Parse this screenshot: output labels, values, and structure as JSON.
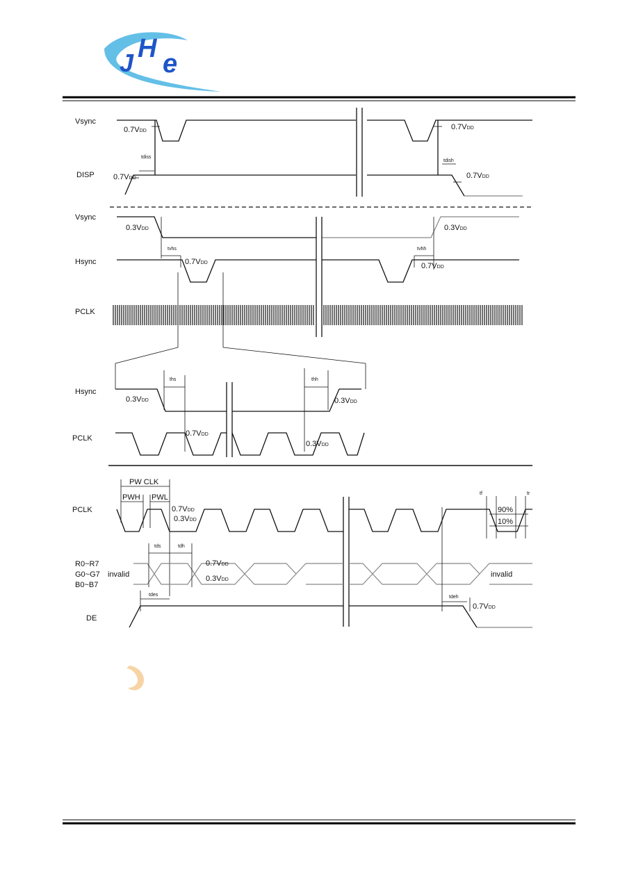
{
  "logo": {
    "text_j": "J",
    "text_h": "H",
    "text_e": "e",
    "colors": {
      "swoosh": "#49b4e3",
      "letters": "#1e55c8"
    }
  },
  "section1": {
    "signals": {
      "vsync": "Vsync",
      "disp": "DISP"
    },
    "levels": {
      "l1": "0.7V",
      "l1_sub": "DD",
      "l2": "0.7V",
      "l2_sub": "DD",
      "l3": "0.7V",
      "l3_sub": "DD",
      "l4": "0.7V",
      "l4_sub": "DD"
    },
    "timings": {
      "t1": "tdiss",
      "t2": "tdish"
    }
  },
  "section2": {
    "signals": {
      "vsync": "Vsync",
      "hsync": "Hsync",
      "pclk": "PCLK"
    },
    "levels": {
      "l1": "0.3V",
      "l1_sub": "DD",
      "l2": "0.3V",
      "l2_sub": "DD",
      "l3": "0.7V",
      "l3_sub": "DD",
      "l4": "0.7V",
      "l4_sub": "DD"
    },
    "timings": {
      "t1": "tvhs",
      "t2": "tvhh"
    }
  },
  "section3": {
    "signals": {
      "hsync": "Hsync",
      "pclk": "PCLK"
    },
    "levels": {
      "l1": "0.3V",
      "l1_sub": "DD",
      "l2": "0.3V",
      "l2_sub": "DD",
      "l3": "0.7V",
      "l3_sub": "DD",
      "l4": "0.3V",
      "l4_sub": "DD"
    },
    "timings": {
      "t1": "ths",
      "t2": "thh"
    }
  },
  "section4": {
    "signals": {
      "pclk": "PCLK",
      "r": "R0~R7",
      "g": "G0~G7",
      "b": "B0~B7",
      "de": "DE"
    },
    "labels": {
      "pwclk": "PW CLK",
      "pwh": "PWH",
      "pwl": "PWL",
      "invalid1": "invalid",
      "invalid2": "invalid",
      "p90": "90%",
      "p10": "10%"
    },
    "levels": {
      "l1": "0.7V",
      "l1_sub": "DD",
      "l2": "0.3V",
      "l2_sub": "DD",
      "l3": "0.7V",
      "l3_sub": "DD",
      "l4": "0.3V",
      "l4_sub": "DD",
      "l5": "0.7V",
      "l5_sub": "DD"
    },
    "timings": {
      "tds": "tds",
      "tdh": "tdh",
      "tdes": "tdes",
      "tdeh": "tdeh",
      "tf": "tf",
      "tr": "tr"
    }
  }
}
